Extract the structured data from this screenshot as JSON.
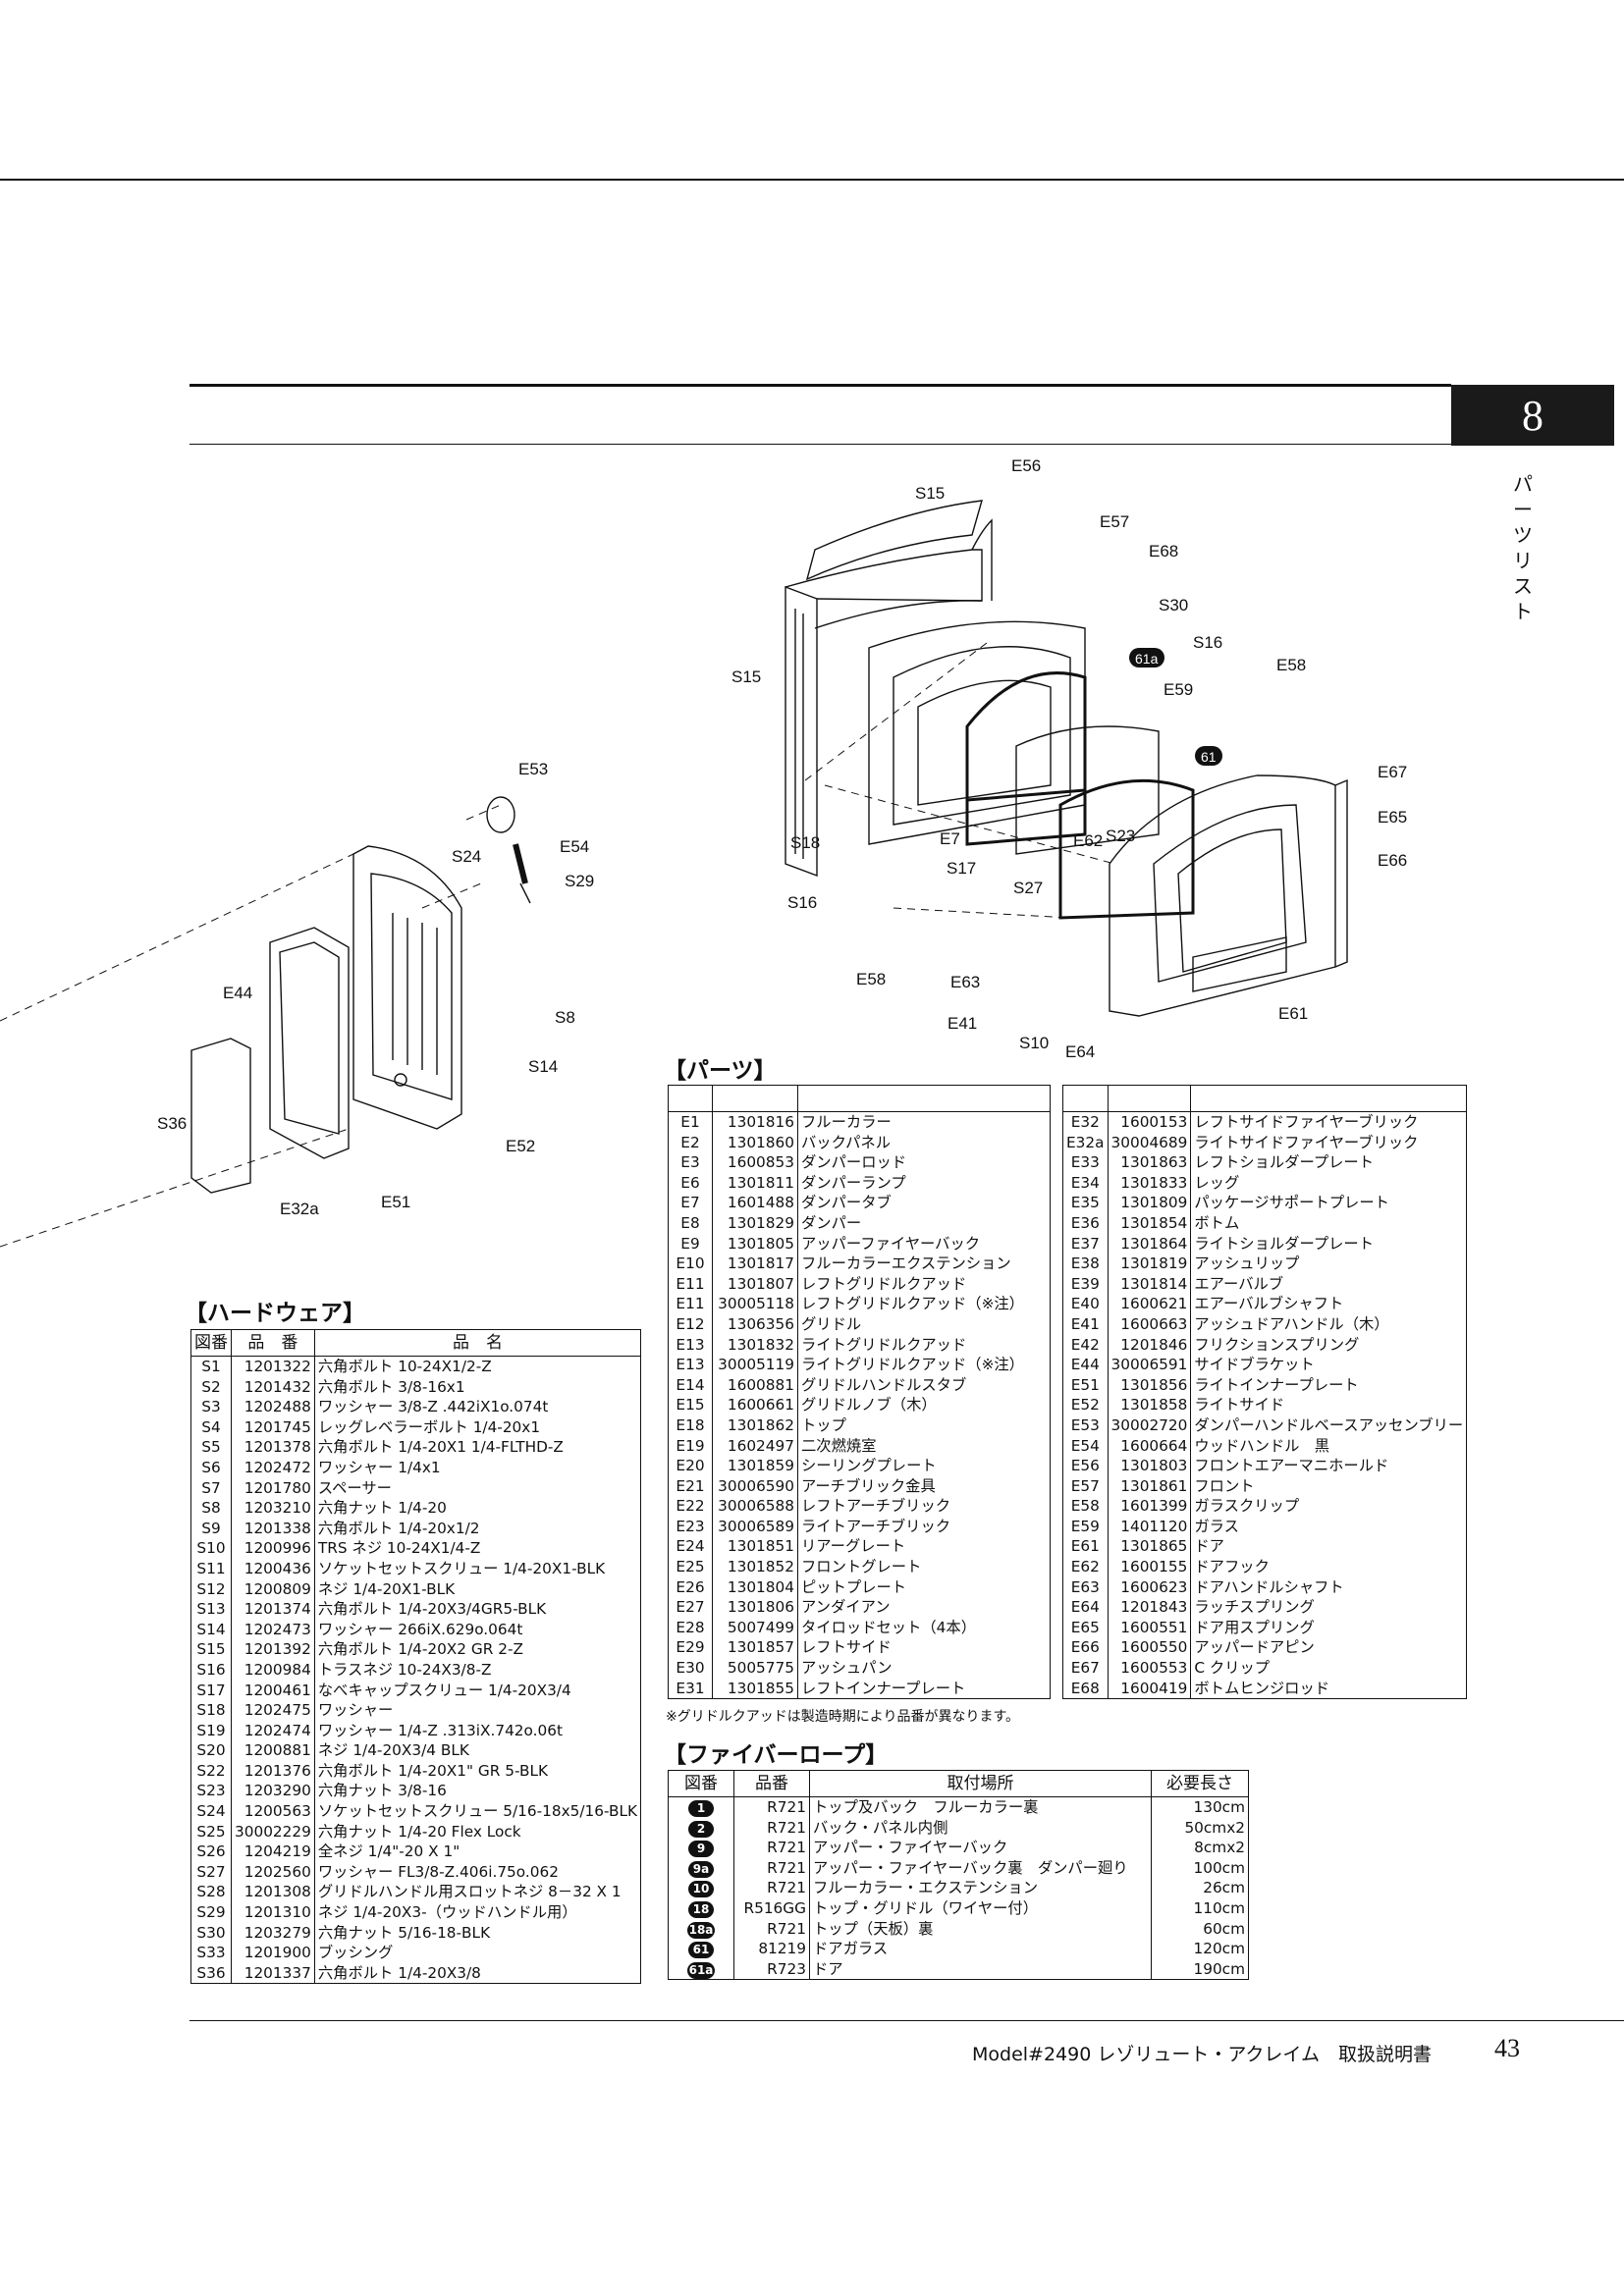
{
  "header": {
    "chapter_number": "8",
    "section_title": "パ\nー\nツ\nリ\nス\nト"
  },
  "diagram_labels": {
    "E56": "E56",
    "S15a": "S15",
    "E57": "E57",
    "E68": "E68",
    "S30": "S30",
    "S15b": "S15",
    "b61a": "61a",
    "S16a": "S16",
    "E58a": "E58",
    "E59": "E59",
    "b61": "61",
    "E67": "E67",
    "E65": "E65",
    "E66": "E66",
    "E62": "E62",
    "S23": "S23",
    "S18": "S18",
    "E7": "E7",
    "S17": "S17",
    "S27": "S27",
    "S16b": "S16",
    "E58b": "E58",
    "E63": "E63",
    "E41": "E41",
    "S10": "S10",
    "E64": "E64",
    "E61": "E61",
    "E53": "E53",
    "S24": "S24",
    "E54": "E54",
    "S29": "S29",
    "E44": "E44",
    "S8": "S8",
    "S14": "S14",
    "S36": "S36",
    "E52": "E52",
    "E32a": "E32a",
    "E51": "E51"
  },
  "hardware": {
    "title": "【ハードウェア】",
    "headers": [
      "図番",
      "品　番",
      "品　名"
    ],
    "rows": [
      [
        "S1",
        "1201322",
        "六角ボルト 10-24X1/2-Z"
      ],
      [
        "S2",
        "1201432",
        "六角ボルト 3/8-16x1"
      ],
      [
        "S3",
        "1202488",
        "ワッシャー 3/8-Z .442iX1o.074t"
      ],
      [
        "S4",
        "1201745",
        "レッグレベラーボルト 1/4-20x1"
      ],
      [
        "S5",
        "1201378",
        "六角ボルト 1/4-20X1 1/4-FLTHD-Z"
      ],
      [
        "S6",
        "1202472",
        "ワッシャー 1/4x1"
      ],
      [
        "S7",
        "1201780",
        "スペーサー"
      ],
      [
        "S8",
        "1203210",
        "六角ナット 1/4-20"
      ],
      [
        "S9",
        "1201338",
        "六角ボルト 1/4-20x1/2"
      ],
      [
        "S10",
        "1200996",
        "TRS ネジ 10-24X1/4-Z"
      ],
      [
        "S11",
        "1200436",
        "ソケットセットスクリュー 1/4-20X1-BLK"
      ],
      [
        "S12",
        "1200809",
        "ネジ 1/4-20X1-BLK"
      ],
      [
        "S13",
        "1201374",
        "六角ボルト 1/4-20X3/4GR5-BLK"
      ],
      [
        "S14",
        "1202473",
        "ワッシャー 266iX.629o.064t"
      ],
      [
        "S15",
        "1201392",
        "六角ボルト 1/4-20X2 GR 2-Z"
      ],
      [
        "S16",
        "1200984",
        "トラスネジ 10-24X3/8-Z"
      ],
      [
        "S17",
        "1200461",
        "なべキャップスクリュー 1/4-20X3/4"
      ],
      [
        "S18",
        "1202475",
        "ワッシャー"
      ],
      [
        "S19",
        "1202474",
        "ワッシャー 1/4-Z .313iX.742o.06t"
      ],
      [
        "S20",
        "1200881",
        "ネジ 1/4-20X3/4  BLK"
      ],
      [
        "S22",
        "1201376",
        "六角ボルト 1/4-20X1\" GR 5-BLK"
      ],
      [
        "S23",
        "1203290",
        "六角ナット 3/8-16"
      ],
      [
        "S24",
        "1200563",
        "ソケットセットスクリュー 5/16-18x5/16-BLK"
      ],
      [
        "S25",
        "30002229",
        "六角ナット 1/4-20 Flex Lock"
      ],
      [
        "S26",
        "1204219",
        "全ネジ 1/4\"-20 X 1\""
      ],
      [
        "S27",
        "1202560",
        "ワッシャー FL3/8-Z.406i.75o.062"
      ],
      [
        "S28",
        "1201308",
        "グリドルハンドル用スロットネジ  8－32 X 1"
      ],
      [
        "S29",
        "1201310",
        "ネジ 1/4-20X3-（ウッドハンドル用）"
      ],
      [
        "S30",
        "1203279",
        "六角ナット 5/16-18-BLK"
      ],
      [
        "S33",
        "1201900",
        "ブッシング"
      ],
      [
        "S36",
        "1201337",
        "六角ボルト 1/4-20X3/8"
      ]
    ]
  },
  "parts": {
    "title": "【パーツ】",
    "left_rows": [
      [
        "E1",
        "1301816",
        "フルーカラー"
      ],
      [
        "E2",
        "1301860",
        "バックパネル"
      ],
      [
        "E3",
        "1600853",
        "ダンパーロッド"
      ],
      [
        "E6",
        "1301811",
        "ダンパーランプ"
      ],
      [
        "E7",
        "1601488",
        "ダンパータブ"
      ],
      [
        "E8",
        "1301829",
        "ダンパー"
      ],
      [
        "E9",
        "1301805",
        "アッパーファイヤーバック"
      ],
      [
        "E10",
        "1301817",
        "フルーカラーエクステンション"
      ],
      [
        "E11",
        "1301807",
        "レフトグリドルクアッド"
      ],
      [
        "E11",
        "30005118",
        "レフトグリドルクアッド（※注）"
      ],
      [
        "E12",
        "1306356",
        "グリドル"
      ],
      [
        "E13",
        "1301832",
        "ライトグリドルクアッド"
      ],
      [
        "E13",
        "30005119",
        "ライトグリドルクアッド（※注）"
      ],
      [
        "E14",
        "1600881",
        "グリドルハンドルスタブ"
      ],
      [
        "E15",
        "1600661",
        "グリドルノブ（木）"
      ],
      [
        "E18",
        "1301862",
        "トップ"
      ],
      [
        "E19",
        "1602497",
        "二次燃焼室"
      ],
      [
        "E20",
        "1301859",
        "シーリングプレート"
      ],
      [
        "E21",
        "30006590",
        "アーチブリック金具"
      ],
      [
        "E22",
        "30006588",
        "レフトアーチブリック"
      ],
      [
        "E23",
        "30006589",
        "ライトアーチブリック"
      ],
      [
        "E24",
        "1301851",
        "リアーグレート"
      ],
      [
        "E25",
        "1301852",
        "フロントグレート"
      ],
      [
        "E26",
        "1301804",
        "ピットプレート"
      ],
      [
        "E27",
        "1301806",
        "アンダイアン"
      ],
      [
        "E28",
        "5007499",
        "タイロッドセット（4本）"
      ],
      [
        "E29",
        "1301857",
        "レフトサイド"
      ],
      [
        "E30",
        "5005775",
        "アッシュパン"
      ],
      [
        "E31",
        "1301855",
        "レフトインナープレート"
      ]
    ],
    "right_rows": [
      [
        "E32",
        "1600153",
        "レフトサイドファイヤーブリック"
      ],
      [
        "E32a",
        "30004689",
        "ライトサイドファイヤーブリック"
      ],
      [
        "E33",
        "1301863",
        "レフトショルダープレート"
      ],
      [
        "E34",
        "1301833",
        "レッグ"
      ],
      [
        "E35",
        "1301809",
        "パッケージサポートプレート"
      ],
      [
        "E36",
        "1301854",
        "ボトム"
      ],
      [
        "E37",
        "1301864",
        "ライトショルダープレート"
      ],
      [
        "E38",
        "1301819",
        "アッシュリップ"
      ],
      [
        "E39",
        "1301814",
        "エアーバルブ"
      ],
      [
        "E40",
        "1600621",
        "エアーバルブシャフト"
      ],
      [
        "E41",
        "1600663",
        "アッシュドアハンドル（木）"
      ],
      [
        "E42",
        "1201846",
        "フリクションスプリング"
      ],
      [
        "E44",
        "30006591",
        "サイドブラケット"
      ],
      [
        "E51",
        "1301856",
        "ライトインナープレート"
      ],
      [
        "E52",
        "1301858",
        "ライトサイド"
      ],
      [
        "E53",
        "30002720",
        "ダンパーハンドルベースアッセンブリー"
      ],
      [
        "E54",
        "1600664",
        "ウッドハンドル　黒"
      ],
      [
        "E56",
        "1301803",
        "フロントエアーマニホールド"
      ],
      [
        "E57",
        "1301861",
        "フロント"
      ],
      [
        "E58",
        "1601399",
        "ガラスクリップ"
      ],
      [
        "E59",
        "1401120",
        "ガラス"
      ],
      [
        "E61",
        "1301865",
        "ドア"
      ],
      [
        "E62",
        "1600155",
        "ドアフック"
      ],
      [
        "E63",
        "1600623",
        "ドアハンドルシャフト"
      ],
      [
        "E64",
        "1201843",
        "ラッチスプリング"
      ],
      [
        "E65",
        "1600551",
        "ドア用スプリング"
      ],
      [
        "E66",
        "1600550",
        "アッパードアピン"
      ],
      [
        "E67",
        "1600553",
        "C クリップ"
      ],
      [
        "E68",
        "1600419",
        "ボトムヒンジロッド"
      ]
    ],
    "footnote": "※グリドルクアッドは製造時期により品番が異なります。"
  },
  "rope": {
    "title": "【ファイバーロープ】",
    "headers": [
      "図番",
      "品番",
      "取付場所",
      "必要長さ"
    ],
    "rows": [
      [
        "1",
        "R721",
        "トップ及バック　フルーカラー裏",
        "130cm"
      ],
      [
        "2",
        "R721",
        "バック・パネル内側",
        "50cmx2"
      ],
      [
        "9",
        "R721",
        "アッパー・ファイヤーバック",
        "8cmx2"
      ],
      [
        "9a",
        "R721",
        "アッパー・ファイヤーバック裏　ダンパー廻り",
        "100cm"
      ],
      [
        "10",
        "R721",
        "フルーカラー・エクステンション",
        "26cm"
      ],
      [
        "18",
        "R516GG",
        "トップ・グリドル（ワイヤー付）",
        "110cm"
      ],
      [
        "18a",
        "R721",
        "トップ（天板）裏",
        "60cm"
      ],
      [
        "61",
        "81219",
        "ドアガラス",
        "120cm"
      ],
      [
        "61a",
        "R723",
        "ドア",
        "190cm"
      ]
    ]
  },
  "footer": {
    "model": "Model#2490 レゾリュート・アクレイム　取扱説明書",
    "page": "43"
  }
}
